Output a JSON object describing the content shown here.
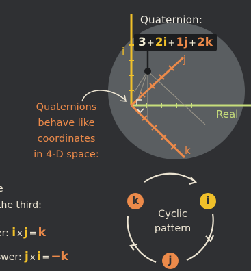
{
  "quaternion": {
    "title": "Quaternion:",
    "t1": "3",
    "t2": "2i",
    "t3": "1j",
    "t4": "2k",
    "plus": "+"
  },
  "axes": {
    "i": "i",
    "j": "j",
    "real": "Real",
    "k": "k"
  },
  "explanation": {
    "line1": "Quaternions",
    "line2": "behave like",
    "line3": "coordinates",
    "line4": "in 4-D space:"
  },
  "partial_text": {
    "line1": "e",
    "line2": "the third:",
    "answer1_prefix": "er:",
    "answer2_prefix": "swer:"
  },
  "products": {
    "a1": "i",
    "b1": "j",
    "r1": "k",
    "a2": "j",
    "b2": "i",
    "r2": "−k",
    "times": "x",
    "equals": "="
  },
  "cycle": {
    "line1": "Cyclic",
    "line2": "pattern",
    "nodes": {
      "i": "i",
      "j": "j",
      "k": "k"
    }
  },
  "colors": {
    "background": "#2f3033",
    "circle": "#5a5e61",
    "yellow": "#f0c02a",
    "orange": "#ec8a4a",
    "green": "#c7de7b",
    "text": "#ece4d2"
  }
}
